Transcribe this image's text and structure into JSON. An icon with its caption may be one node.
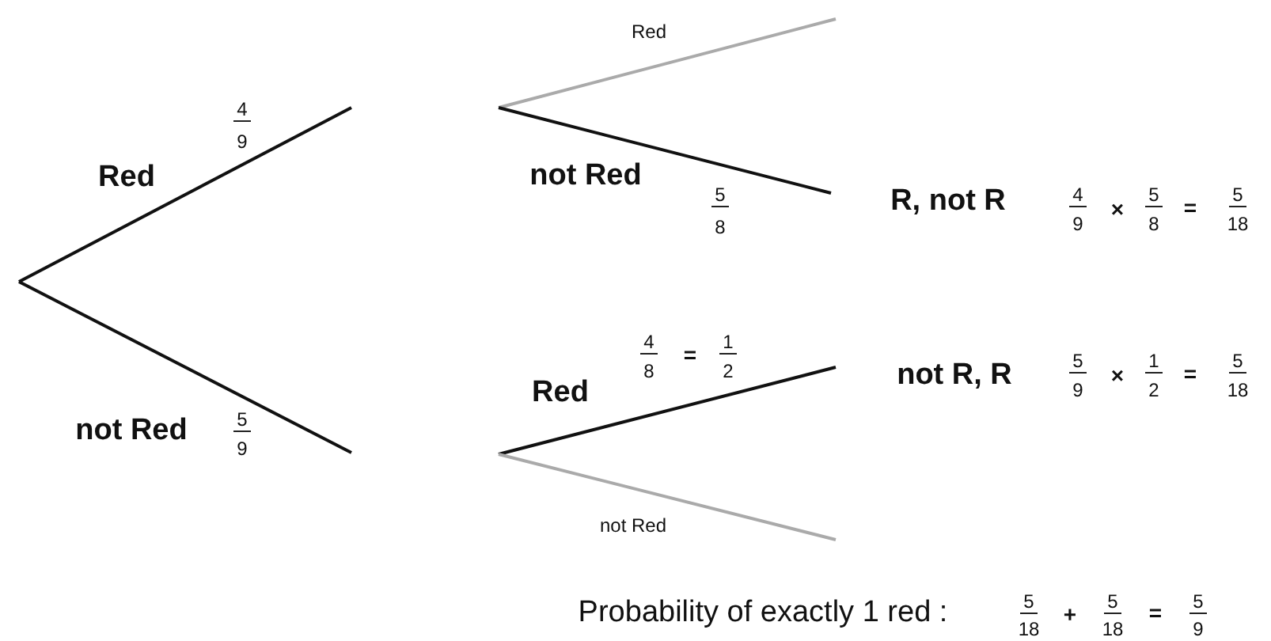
{
  "diagram": {
    "labels": [
      "Red",
      "4",
      "9",
      "Red",
      "not Red",
      "5",
      "8",
      "R, not R",
      "4",
      "9",
      "×",
      "5",
      "8",
      "=",
      "5",
      "18",
      "4",
      "8",
      "=",
      "1",
      "2",
      "Red",
      "not R, R",
      "5",
      "9",
      "×",
      "1",
      "2",
      "=",
      "5",
      "18",
      "not Red",
      "5",
      "9",
      "not Red",
      "Probability of exactly 1 red :",
      "5",
      "18",
      "+",
      "5",
      "18",
      "=",
      "5",
      "9"
    ]
  }
}
